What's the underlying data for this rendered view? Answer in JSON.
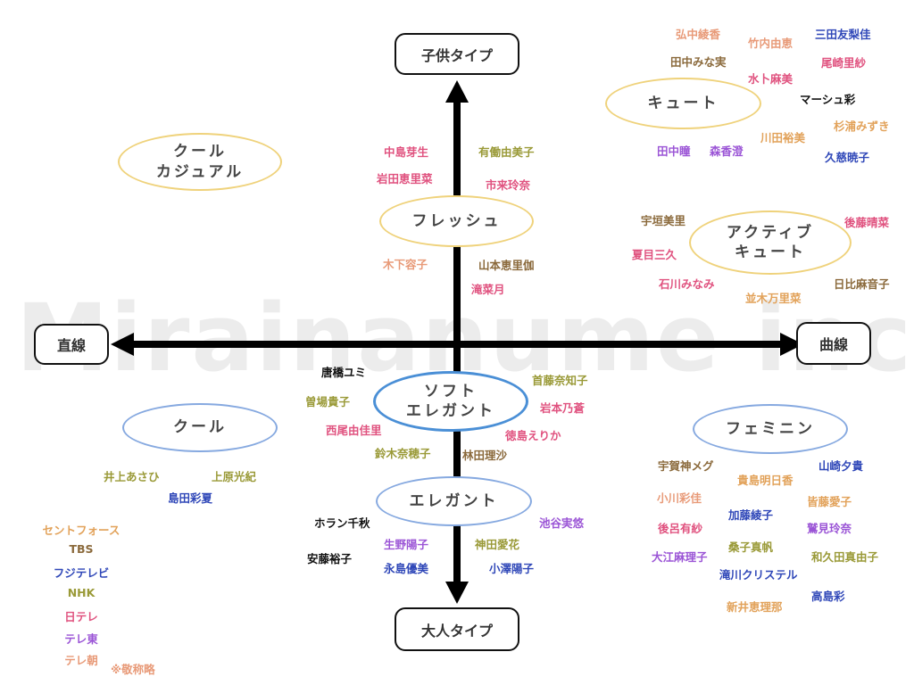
{
  "watermark": "Mirainanume inc.",
  "axes": {
    "top": "子供タイプ",
    "bottom": "大人タイプ",
    "left": "直線",
    "right": "曲線"
  },
  "types": {
    "cool_casual": "クール\nカジュアル",
    "cute": "キュート",
    "active_cute": "アクティブ\nキュート",
    "fresh": "フレッシュ",
    "soft_elegant": "ソフト\nエレガント",
    "cool": "クール",
    "elegant": "エレガント",
    "feminine": "フェミニン"
  },
  "colors": {
    "pink": "#e0527f",
    "olive": "#9a9a38",
    "brown": "#8b6a3c",
    "purple": "#9b55d6",
    "blue": "#2f47b8",
    "black": "#111111",
    "salmon": "#e89a78",
    "orange": "#e2a25a"
  },
  "names": {
    "hironaka": "弘中綾香",
    "takeuchi": "竹内由恵",
    "mita": "三田友梨佳",
    "tanakaminami": "田中みな実",
    "ozaki": "尾崎里紗",
    "mito": "水卜麻美",
    "marsh": "マーシュ彩",
    "sugiura": "杉浦みずき",
    "kawada": "川田裕美",
    "tanakahitomi": "田中瞳",
    "mori": "森香澄",
    "kuji": "久慈暁子",
    "nakajima": "中島芽生",
    "arika": "有働由美子",
    "iwata": "岩田恵里菜",
    "ichiki": "市来玲奈",
    "ugaki": "宇垣美里",
    "goto": "後藤晴菜",
    "natsume": "夏目三久",
    "ishikawa": "石川みなみ",
    "hibi": "日比麻音子",
    "namiki": "並木万里菜",
    "kinoshita": "木下容子",
    "yamamoto": "山本恵里伽",
    "takina": "滝菜月",
    "karahashi": "唐橋ユミ",
    "shuto": "首藤奈知子",
    "iwamoto": "岩本乃蒼",
    "sobaba": "曽場貴子",
    "nishio": "西尾由佳里",
    "tokushima": "徳島えりか",
    "suzuki": "鈴木奈穂子",
    "hayashida": "林田理沙",
    "inoue": "井上あさひ",
    "uehara": "上原光紀",
    "shimada": "島田彩夏",
    "horan": "ホラン千秋",
    "ikeya": "池谷実悠",
    "ando": "安藤裕子",
    "shono": "生野陽子",
    "kanda": "神田愛花",
    "nagashima": "永島優美",
    "ozawa": "小澤陽子",
    "uga": "宇賀神メグ",
    "kijima": "貴島明日香",
    "yamasaki": "山崎夕貴",
    "ogawa": "小川彩佳",
    "minafuji": "皆藤愛子",
    "goro": "後呂有紗",
    "kato": "加藤綾子",
    "washimi": "鷲見玲奈",
    "oe": "大江麻理子",
    "kuwako": "桑子真帆",
    "wakuda": "和久田真由子",
    "takigawa": "滝川クリステル",
    "takashima": "高島彩",
    "arai": "新井恵理那"
  },
  "legend": {
    "items": [
      "セントフォース",
      "TBS",
      "フジテレビ",
      "NHK",
      "日テレ",
      "テレ東",
      "テレ朝"
    ],
    "note": "※敬称略"
  }
}
